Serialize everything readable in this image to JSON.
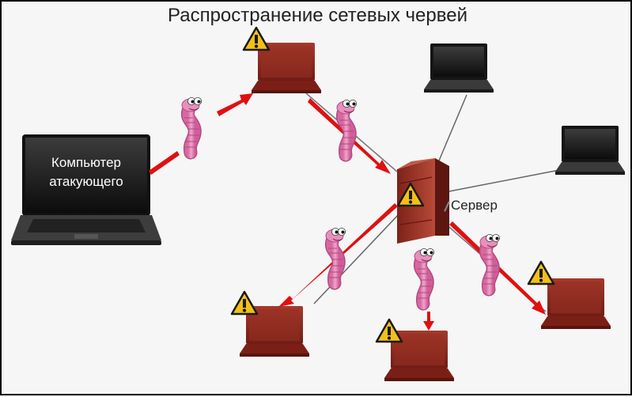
{
  "title": "Распространение сетевых червей",
  "attacker_label": [
    "Компьютер",
    "атакующего"
  ],
  "server_label": "Сервер",
  "colors": {
    "arrow": "#e01010",
    "infected_laptop": "#8e2a21",
    "worm": "#e287b6",
    "warning": "#f2c018",
    "clean_laptop": "#222222"
  },
  "icons": [
    "laptop-icon",
    "server-icon",
    "warning-icon",
    "worm-icon",
    "arrow-icon"
  ]
}
